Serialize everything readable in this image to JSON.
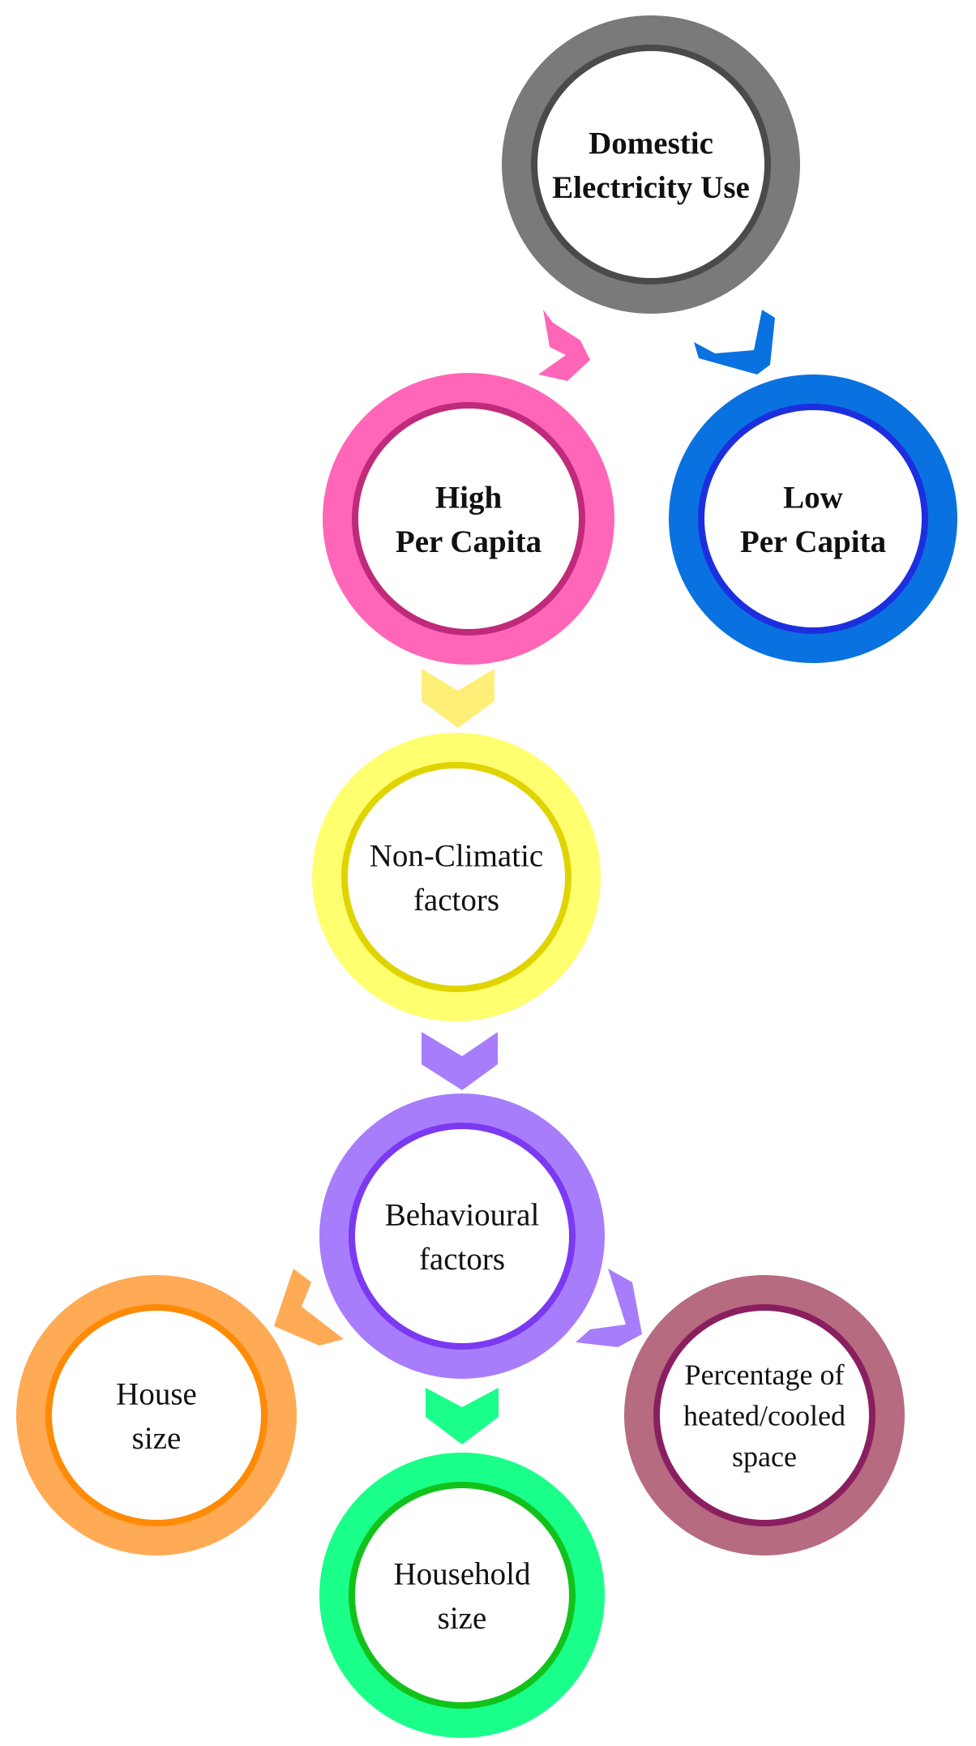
{
  "nodes": {
    "domestic": {
      "lines": [
        "Domestic",
        "Electricity Use"
      ],
      "outer_color": "#7a7a7a",
      "inner_color": "#4a4a4a",
      "bold": true
    },
    "high_per_capita": {
      "lines": [
        "High",
        "Per Capita"
      ],
      "outer_color": "#ff66b8",
      "inner_color": "#c02a7a",
      "bold": true
    },
    "low_per_capita": {
      "lines": [
        "Low",
        "Per Capita"
      ],
      "outer_color": "#0a72e0",
      "inner_color": "#1c2fe0",
      "bold": true
    },
    "non_climatic": {
      "lines": [
        "Non-Climatic",
        "factors"
      ],
      "outer_color": "#ffff70",
      "inner_color": "#e0d400",
      "bold": false
    },
    "behavioural": {
      "lines": [
        "Behavioural",
        "factors"
      ],
      "outer_color": "#a87dfb",
      "inner_color": "#7b39f2",
      "bold": false
    },
    "house_size": {
      "lines": [
        "House",
        "size"
      ],
      "outer_color": "#ffaa55",
      "inner_color": "#ff8a05",
      "bold": false
    },
    "household_size": {
      "lines": [
        "Household",
        "size"
      ],
      "outer_color": "#1aff8a",
      "inner_color": "#12c21a",
      "bold": false
    },
    "percentage_space": {
      "lines": [
        "Percentage of",
        "heated/cooled",
        "space"
      ],
      "outer_color": "#b66b80",
      "inner_color": "#8a1f5f",
      "bold": false
    }
  },
  "arrows": [
    {
      "from": "domestic",
      "to": "high_per_capita",
      "color": "#ff66b8"
    },
    {
      "from": "domestic",
      "to": "low_per_capita",
      "color": "#0a72e0"
    },
    {
      "from": "high_per_capita",
      "to": "non_climatic",
      "color": "#ffee77"
    },
    {
      "from": "non_climatic",
      "to": "behavioural",
      "color": "#a87dfb"
    },
    {
      "from": "behavioural",
      "to": "house_size",
      "color": "#ffaa55"
    },
    {
      "from": "behavioural",
      "to": "household_size",
      "color": "#1aff8a"
    },
    {
      "from": "behavioural",
      "to": "percentage_space",
      "color": "#a87dfb"
    }
  ]
}
